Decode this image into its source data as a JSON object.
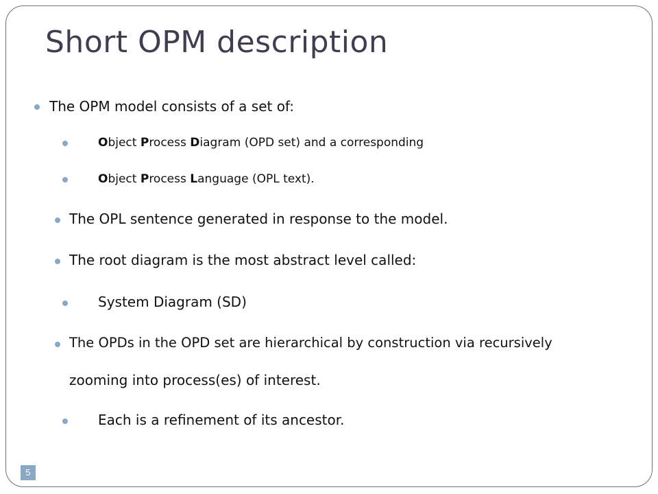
{
  "slide": {
    "title": "Short OPM description",
    "page_number": "5",
    "bullets": {
      "intro": "The OPM model consists of a set of:",
      "opd": {
        "o": "O",
        "t1": "bject ",
        "p": "P",
        "t2": "rocess ",
        "d": "D",
        "t3": "iagram (OPD set) and a corresponding"
      },
      "opl": {
        "o": "O",
        "t1": "bject ",
        "p": "P",
        "t2": "rocess ",
        "l": "L",
        "t3": "anguage (OPL text)."
      },
      "opl_sentence": "The OPL sentence generated in response to the model.",
      "root": "The root diagram is the most abstract level called:",
      "system_diagram": "System Diagram (SD)",
      "hierarchy_line1": "The OPDs in the OPD set are hierarchical by construction via recursively",
      "hierarchy_line2": "zooming into process(es) of interest.",
      "refinement": "Each is a refinement of its ancestor."
    }
  },
  "colors": {
    "bullet": "#8aa8c3",
    "title": "#3e3e50",
    "frame": "#6e6e6e"
  }
}
